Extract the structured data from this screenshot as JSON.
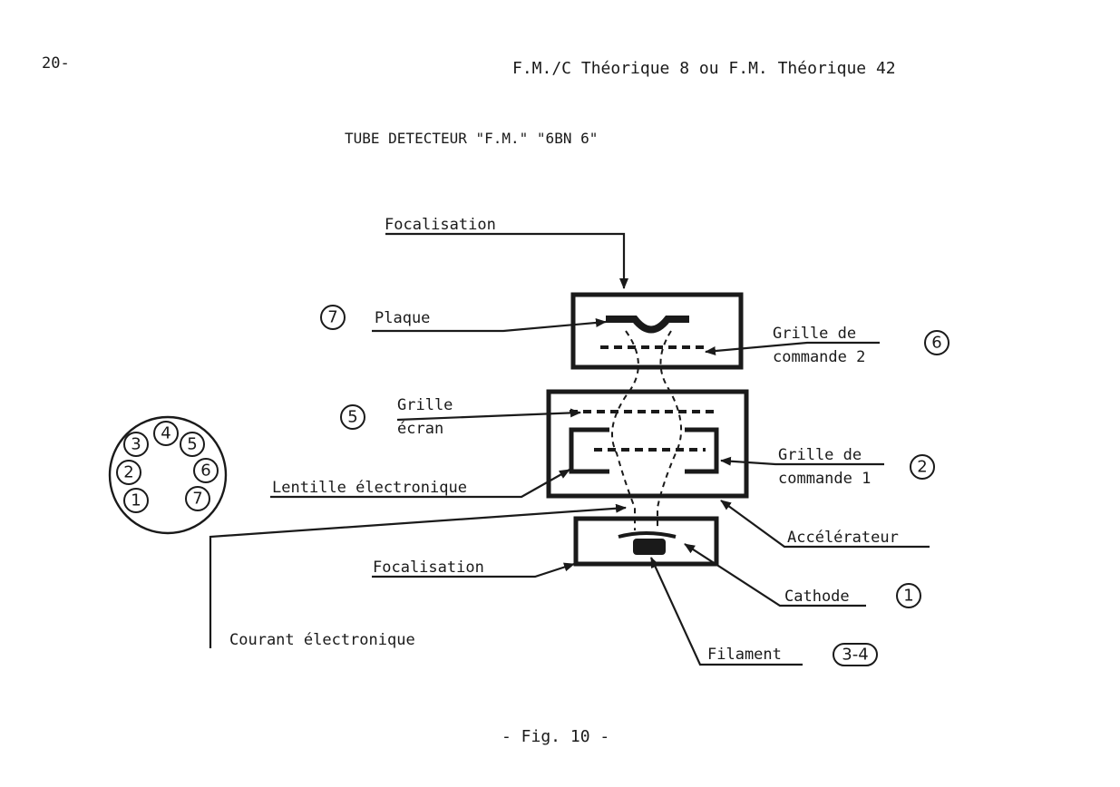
{
  "header": {
    "page_number": "20-",
    "course": "F.M./C Théorique 8  ou  F.M. Théorique 42"
  },
  "title": "TUBE DETECTEUR \"F.M.\" \"6BN 6\"",
  "labels": {
    "focalisation_top": "Focalisation",
    "plaque": "Plaque",
    "grille_ecran_1": "Grille",
    "grille_ecran_2": "écran",
    "lentille": "Lentille électronique",
    "focalisation_bottom": "Focalisation",
    "courant": "Courant électronique",
    "grille_cmd2_1": "Grille de",
    "grille_cmd2_2": "commande 2",
    "grille_cmd1_1": "Grille de",
    "grille_cmd1_2": "commande 1",
    "accelerateur": "Accélérateur",
    "cathode": "Cathode",
    "filament": "Filament"
  },
  "pin_numbers": {
    "plaque": "7",
    "grille_ecran": "5",
    "grille_cmd2": "6",
    "grille_cmd1": "2",
    "cathode": "1",
    "filament": "3-4"
  },
  "socket_pins": [
    "1",
    "2",
    "3",
    "4",
    "5",
    "6",
    "7"
  ],
  "caption": "- Fig. 10 -"
}
